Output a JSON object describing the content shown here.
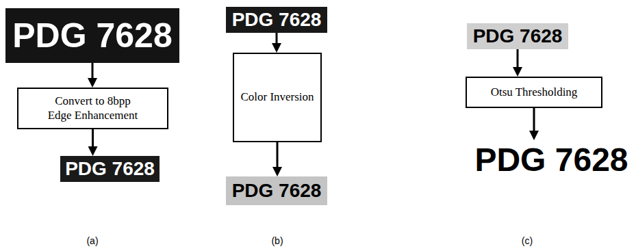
{
  "diagram": {
    "nodes": [
      {
        "text": [
          "PDG 7628"
        ]
      },
      {
        "text": [
          "Convert to 8bpp Edge Enhancement"
        ]
      },
      {
        "text": [
          "PDG 7628"
        ]
      },
      {
        "text": [
          "PDG 7628"
        ]
      },
      {
        "text": [
          "Color Inversion"
        ]
      },
      {
        "text": [
          "PDG 7628"
        ]
      },
      {
        "text": [
          "PDG 7628"
        ]
      },
      {
        "text": [
          "Otsu Thresholding"
        ]
      },
      {
        "text": [
          "PDG 7628"
        ]
      }
    ],
    "edges": [
      {
        "from": 0,
        "to": 1,
        "arrow": "to"
      },
      {
        "from": 1,
        "to": 2,
        "arrow": "to"
      },
      {
        "from": 3,
        "to": 4,
        "arrow": "to"
      },
      {
        "from": 4,
        "to": 5,
        "arrow": "to"
      },
      {
        "from": 6,
        "to": 7,
        "arrow": "to"
      },
      {
        "from": 7,
        "to": 8,
        "arrow": "to"
      }
    ],
    "labels": [
      "(a)",
      "(b)",
      "(c)"
    ]
  }
}
